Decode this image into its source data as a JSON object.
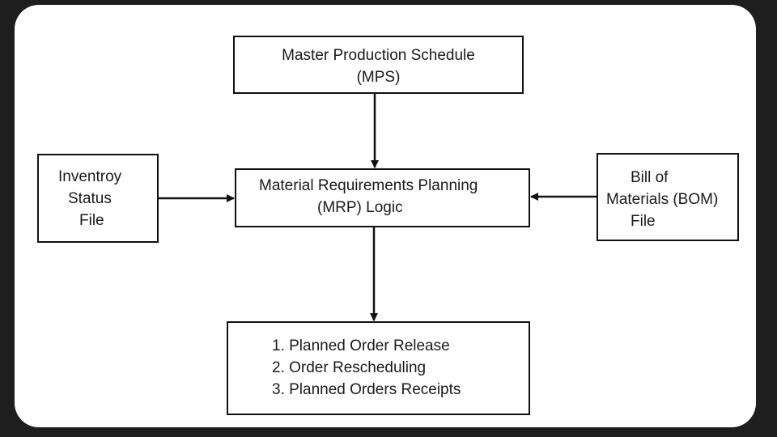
{
  "diagram": {
    "nodes": {
      "mps": {
        "line1": "Master Production Schedule",
        "line2": "(MPS)"
      },
      "mrp": {
        "line1": "Material Requirements Planning",
        "line2": "(MRP) Logic"
      },
      "inventory": {
        "line1": "Inventroy",
        "line2": "Status",
        "line3": "File"
      },
      "bom": {
        "line1": "Bill of",
        "line2": "Materials (BOM)",
        "line3": "File"
      },
      "outputs": {
        "items": [
          "1. Planned Order Release",
          "2. Order Rescheduling",
          "3. Planned Orders Receipts"
        ]
      }
    },
    "colors": {
      "stroke": "#111111",
      "text": "#1a1a1a",
      "background": "#ffffff",
      "frame": "#1e1e1e"
    }
  }
}
